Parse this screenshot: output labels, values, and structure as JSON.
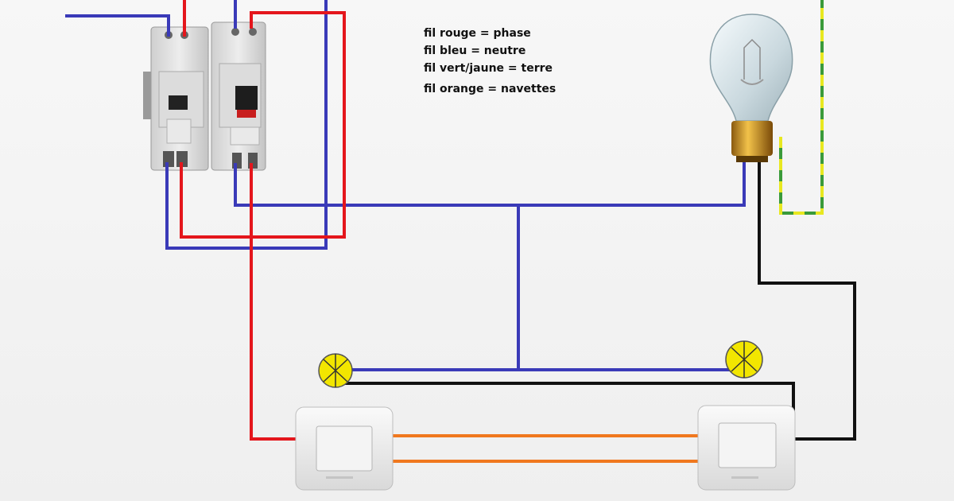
{
  "legend": {
    "line1": "fil rouge = phase",
    "line2": "fil bleu =  neutre",
    "line3": "fil vert/jaune = terre",
    "line4": "fil orange = navettes"
  },
  "colors": {
    "phase": "#e4161c",
    "neutre": "#3a3ab8",
    "navette": "#f0781e",
    "terre_green": "#3a9a3a",
    "terre_yellow": "#e8e820",
    "retour": "#111111",
    "junction": "#f2e600"
  },
  "components": {
    "breaker_main": "differential-breaker-icon",
    "breaker_circuit": "circuit-breaker-icon",
    "bulb": "light-bulb-icon",
    "switch_left": "two-way-switch-icon",
    "switch_right": "two-way-switch-icon",
    "junction_left": "junction-box-icon",
    "junction_right": "junction-box-icon"
  }
}
